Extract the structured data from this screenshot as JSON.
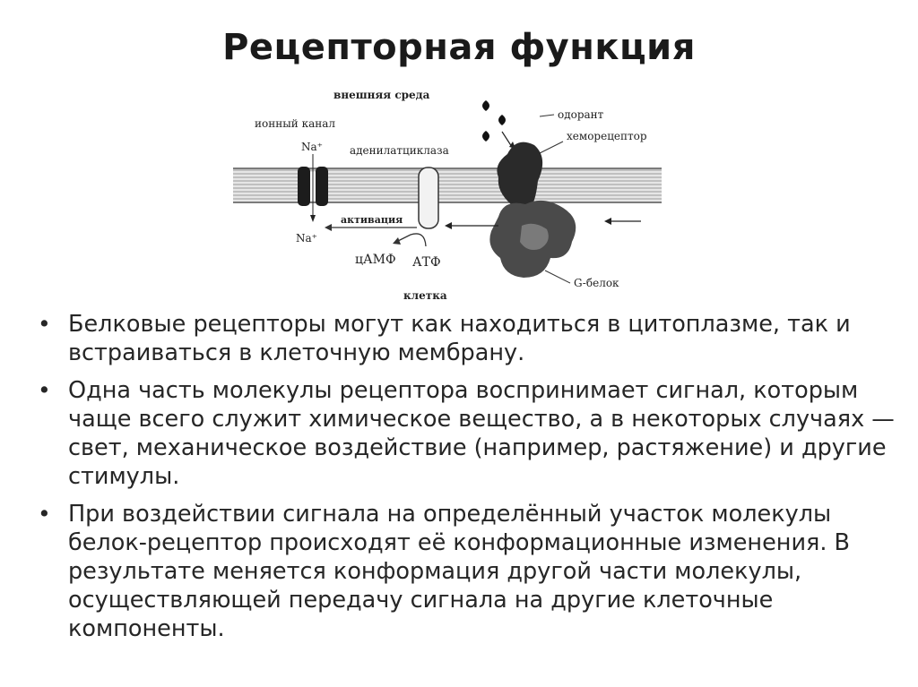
{
  "slide": {
    "title": "Рецепторная функция"
  },
  "figure": {
    "labels": {
      "outside": "внешняя среда",
      "ion_channel": "ионный канал",
      "na_top": "Na⁺",
      "adenylate_cyclase": "аденилатциклаза",
      "odorant": "одорант",
      "chemoreceptor": "хеморецептор",
      "activation": "активация",
      "na_bottom": "Na⁺",
      "camp": "цАМФ",
      "atp": "АТФ",
      "g_protein": "G-белок",
      "cell": "клетка"
    }
  },
  "bullets": [
    "Белковые рецепторы могут как находиться в цитоплазме, так и встраиваться в клеточную мембрану.",
    "Одна часть молекулы рецептора воспринимает сигнал, которым чаще всего служит химическое вещество, а в некоторых случаях — свет, механическое воздействие (например, растяжение) и другие стимулы.",
    "При воздействии сигнала на определённый участок молекулы белок-рецептор происходят её конформационные изменения. В результате меняется конформация другой части молекулы, осуществляющей передачу сигнала на другие клеточные компоненты."
  ]
}
